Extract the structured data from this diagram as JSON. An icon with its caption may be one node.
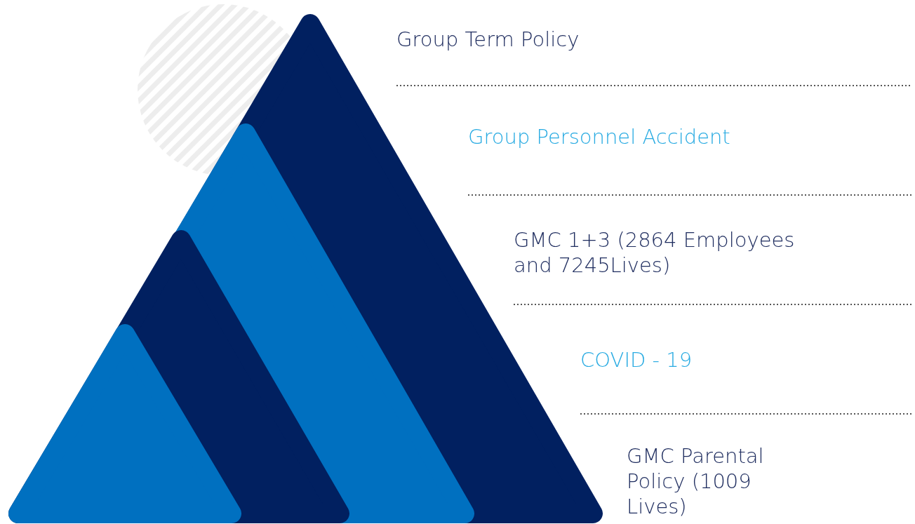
{
  "diagram": {
    "labels": [
      "Group Term Policy",
      "Group Personnel Accident",
      "GMC 1+3 (2864 Employees and 7245Lives)",
      "COVID - 19",
      "GMC Parental Policy (1009 Lives)"
    ]
  }
}
